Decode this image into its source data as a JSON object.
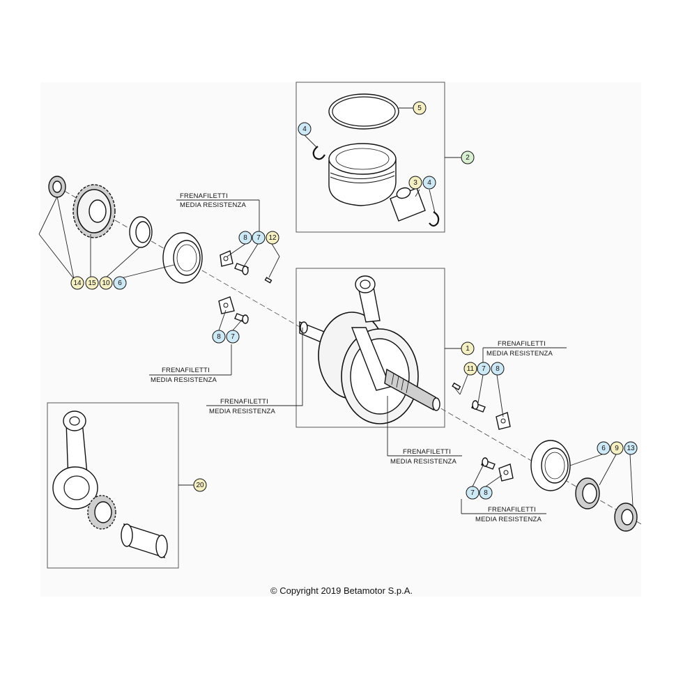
{
  "note_text": {
    "line1": "FRENAFILETTI",
    "line2": "MEDIA RESISTENZA"
  },
  "copyright": "© Copyright 2019 Betamotor S.p.A.",
  "colors": {
    "bubble_blue": "#cde9f5",
    "bubble_yellow": "#f5f0c3",
    "bubble_green": "#d8efd2",
    "stroke": "#111111"
  },
  "callouts": [
    {
      "id": "c2",
      "label": "2",
      "color": "green"
    },
    {
      "id": "c4a",
      "label": "4",
      "color": "blue"
    },
    {
      "id": "c5",
      "label": "5",
      "color": "yellow"
    },
    {
      "id": "c3",
      "label": "3",
      "color": "yellow"
    },
    {
      "id": "c4b",
      "label": "4",
      "color": "blue"
    },
    {
      "id": "c14",
      "label": "14",
      "color": "yellow"
    },
    {
      "id": "c15",
      "label": "15",
      "color": "yellow"
    },
    {
      "id": "c10",
      "label": "10",
      "color": "yellow"
    },
    {
      "id": "c6a",
      "label": "6",
      "color": "blue"
    },
    {
      "id": "c8a",
      "label": "8",
      "color": "blue"
    },
    {
      "id": "c7a",
      "label": "7",
      "color": "blue"
    },
    {
      "id": "c12",
      "label": "12",
      "color": "yellow"
    },
    {
      "id": "c8b",
      "label": "8",
      "color": "blue"
    },
    {
      "id": "c7b",
      "label": "7",
      "color": "blue"
    },
    {
      "id": "c1",
      "label": "1",
      "color": "yellow"
    },
    {
      "id": "c11",
      "label": "11",
      "color": "yellow"
    },
    {
      "id": "c7c",
      "label": "7",
      "color": "blue"
    },
    {
      "id": "c8c",
      "label": "8",
      "color": "blue"
    },
    {
      "id": "c6b",
      "label": "6",
      "color": "blue"
    },
    {
      "id": "c9",
      "label": "9",
      "color": "yellow"
    },
    {
      "id": "c13",
      "label": "13",
      "color": "blue"
    },
    {
      "id": "c7d",
      "label": "7",
      "color": "blue"
    },
    {
      "id": "c8d",
      "label": "8",
      "color": "blue"
    },
    {
      "id": "c20",
      "label": "20",
      "color": "yellow"
    }
  ],
  "notes": [
    {
      "id": "n1"
    },
    {
      "id": "n2"
    },
    {
      "id": "n3"
    },
    {
      "id": "n4"
    },
    {
      "id": "n5"
    },
    {
      "id": "n6"
    }
  ]
}
